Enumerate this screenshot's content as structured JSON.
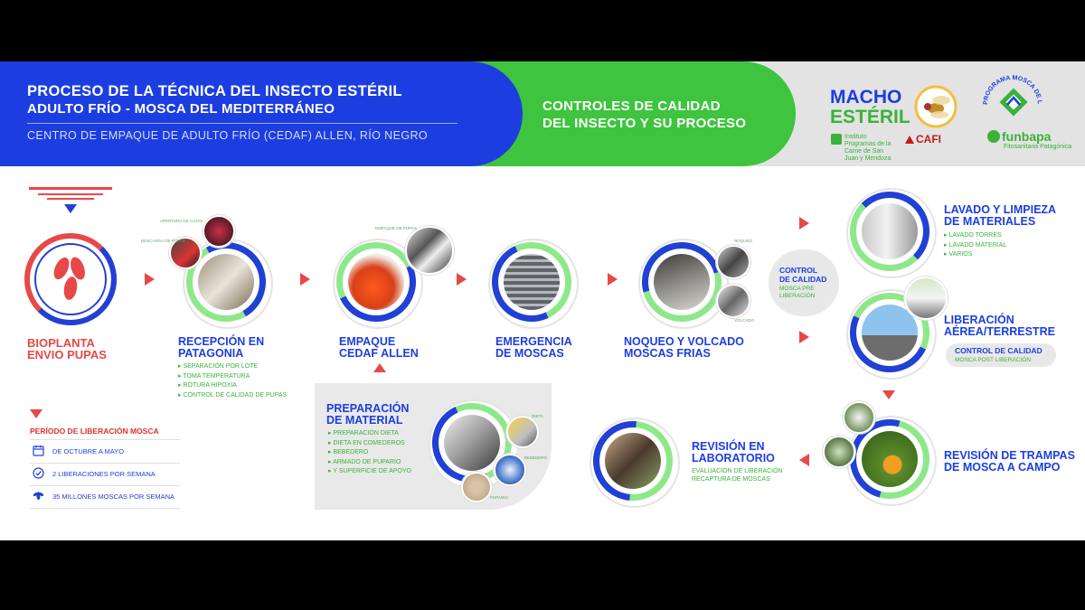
{
  "header": {
    "title": "PROCESO DE LA TÉCNICA DEL INSECTO ESTÉRIL",
    "subtitle": "ADULTO FRÍO - MOSCA DEL MEDITERRÁNEO",
    "center": "CENTRO DE EMPAQUE DE ADULTO FRÍO (CEDAF) ALLEN, RÍO NEGRO",
    "quality_line1": "CONTROLES DE CALIDAD",
    "quality_line2": "DEL INSECTO Y SU PROCESO"
  },
  "logos": {
    "macho": "MACHO",
    "esteril": "ESTÉRIL",
    "isca_small": "Instituto Programas de la Carne de San Juan y Mendoza",
    "cafi": "CAFI",
    "programa": "PROGRAMA MOSCA DE LOS FRUTOS",
    "funbapa": "funbapa",
    "funbapa_sub": "Fitosanitaria Patagónica"
  },
  "steps": {
    "bioplanta": {
      "line1": "BIOPLANTA",
      "line2": "ENVIO PUPAS"
    },
    "recepcion": {
      "line1": "RECEPCIÓN EN",
      "line2": "PATAGONIA",
      "bullets": [
        "SEPARACIÓN POR LOTE",
        "TOMA TEMPERATURA",
        "ROTURA HIPOXIA",
        "CONTROL DE CALIDAD DE PUPAS"
      ],
      "mini1": "APERTURA DE CAJAS",
      "mini2": "DESCARGA DE PUPAS"
    },
    "empaque": {
      "line1": "EMPAQUE",
      "line2": "CEDAF ALLEN",
      "mini1": "EMPAQUE DE PUPAS"
    },
    "emergencia": {
      "line1": "EMERGENCIA",
      "line2": "DE MOSCAS"
    },
    "noqueo": {
      "line1": "NOQUEO Y VOLCADO",
      "line2": "MOSCAS FRIAS",
      "mini1": "NOQUEO",
      "mini2": "VOLCADO"
    },
    "control_pre": {
      "line1": "CONTROL",
      "line2": "DE CALIDAD",
      "sub1": "MOSCA PRE",
      "sub2": "LIBERACIÓN"
    },
    "lavado": {
      "line1": "LAVADO Y LIMPIEZA",
      "line2": "DE MATERIALES",
      "bullets": [
        "LAVADO TORRES",
        "LAVADO MATERIAL",
        "VARIOS"
      ]
    },
    "liberacion": {
      "line1": "LIBERACIÓN",
      "line2": "AÉREA/TERRESTRE",
      "pill_title": "CONTROL DE CALIDAD",
      "pill_sub": "MOSCA POST LIBERACIÓN"
    },
    "trampas": {
      "line1": "REVISIÓN DE TRAMPAS",
      "line2": "DE MOSCA A CAMPO"
    },
    "laboratorio": {
      "line1": "REVISIÓN EN",
      "line2": "LABORATORIO",
      "sub1": "EVALUACIÓN DE LIBERACIÓN",
      "sub2": "RECAPTURA DE MOSCAS"
    },
    "preparacion": {
      "line1": "PREPARACIÓN",
      "line2": "DE MATERIAL",
      "bullets": [
        "PREPARACIÓN DIETA",
        "DIETA EN COMEDEROS",
        "BEBEDERO",
        "ARMADO DE PUPARIO",
        "Y SUPERFICIE DE APOYO"
      ],
      "mini1": "DIETA",
      "mini2": "BEBEDERO",
      "mini3": "PUPARIO"
    }
  },
  "periodo": {
    "title": "PERÍODO DE LIBERACIÓN MOSCA",
    "rows": [
      {
        "icon": "calendar-icon",
        "text": "DE OCTUBRE A MAYO"
      },
      {
        "icon": "check-circle-icon",
        "text": "2 LIBERACIONES POR SEMANA"
      },
      {
        "icon": "fly-icon",
        "text": "35 MILLONES MOSCAS POR SEMANA"
      }
    ]
  },
  "colors": {
    "blue": "#1c3ee0",
    "green": "#3ec43e",
    "red": "#e84848",
    "gray": "#e3e3e3"
  }
}
